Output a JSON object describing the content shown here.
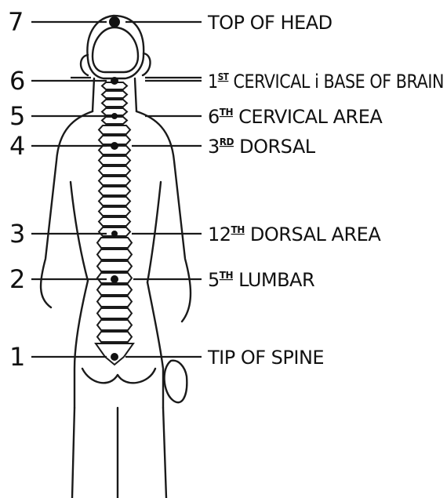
{
  "points": [
    {
      "number": "7",
      "label": "TOP OF HEAD",
      "sup": ""
    },
    {
      "number": "6",
      "label_pre": "1",
      "sup": "ST",
      "label": " CERVICAL i BASE OF BRAIN"
    },
    {
      "number": "5",
      "label_pre": "6",
      "sup": "TH",
      "label": " CERVICAL AREA"
    },
    {
      "number": "4",
      "label_pre": "3",
      "sup": "RD",
      "label": " DORSAL"
    },
    {
      "number": "3",
      "label_pre": "12",
      "sup": "TH",
      "label": " DORSAL AREA"
    },
    {
      "number": "2",
      "label_pre": "5",
      "sup": "TH",
      "label": " LUMBAR"
    },
    {
      "number": "1",
      "label": "TIP OF SPINE",
      "sup": ""
    }
  ],
  "colors": {
    "ink": "#1a1a1a",
    "background": "#ffffff"
  }
}
